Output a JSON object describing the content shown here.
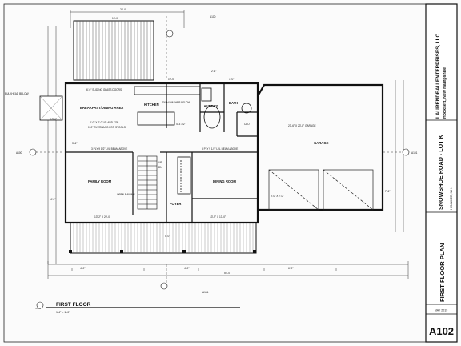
{
  "drawing": {
    "title": "FIRST FLOOR",
    "scale": "1/4\" = 1'-0\"",
    "section_tag": "A102"
  },
  "rooms": {
    "breakfast": "BREAKFAST/DINING AREA",
    "kitchen": "KITCHEN",
    "dishwasher": "DISH WASHER BELOW",
    "laundry": "LAUNDRY",
    "bath": "BATH",
    "family": "FAMILY ROOM",
    "dining": "DINING ROOM",
    "garage": "GARAGE",
    "foyer": "FOYER",
    "open_railing": "OPEN RAILING",
    "closet": "CLO"
  },
  "notes": {
    "sliding_doors": "6'-0\" SLIDING GLASS DOORS",
    "island_top": "2'-0\" X 7'-0\" ISLAND TOP",
    "overhang": "1'-0\" OVERHANG FOR STOOLS",
    "beam_family": "3 PLY 9 1/2\" LVL BEAM ABOVE",
    "beam_dining": "3 PLY 9 1/2\" LVL BEAM ABOVE",
    "bulkhead": "BULKHEAD BELOW",
    "garage_size": "23'-6\" X 23'-8\" GARAGE",
    "up": "UP",
    "dn": "DN"
  },
  "dims": {
    "top_overall": "26'-0\"",
    "deck_width": "16'-0\"",
    "porch": "5'-0\"",
    "bottom_overall": "56'-0\"",
    "bottom_a": "4'-0\"",
    "bottom_b": "4'-0\"",
    "bottom_c": "6'-0\"",
    "left_a": "13'-6\"",
    "left_b": "4'-0\"",
    "right_a": "7'-6\"",
    "garage_doors": "9'-0\" X 7'-0\"",
    "family_w": "13'-2\" X 20'-0\"",
    "dining_w": "13'-2\" X 13'-0\"",
    "kitchen_d": "4'-3 1/2\"",
    "misc_a": "3'-0\"",
    "misc_b": "2'-6\"",
    "misc_c": "10'-0\"",
    "misc_d": "3'-6\""
  },
  "section_marks": {
    "top": "A100",
    "bottom": "A104",
    "left": "A100",
    "right": "A101"
  },
  "title_block": {
    "company": "LAURENDEAU ENTERPRISES, LLC",
    "company_loc": "Hooksett, New Hampshire",
    "project": "SNOWSHOE ROAD - LOT K",
    "town": "HENNIKER, N.H.",
    "sheet_title": "FIRST FLOOR PLAN",
    "date": "MAY 2019",
    "sheet_no": "A102"
  }
}
